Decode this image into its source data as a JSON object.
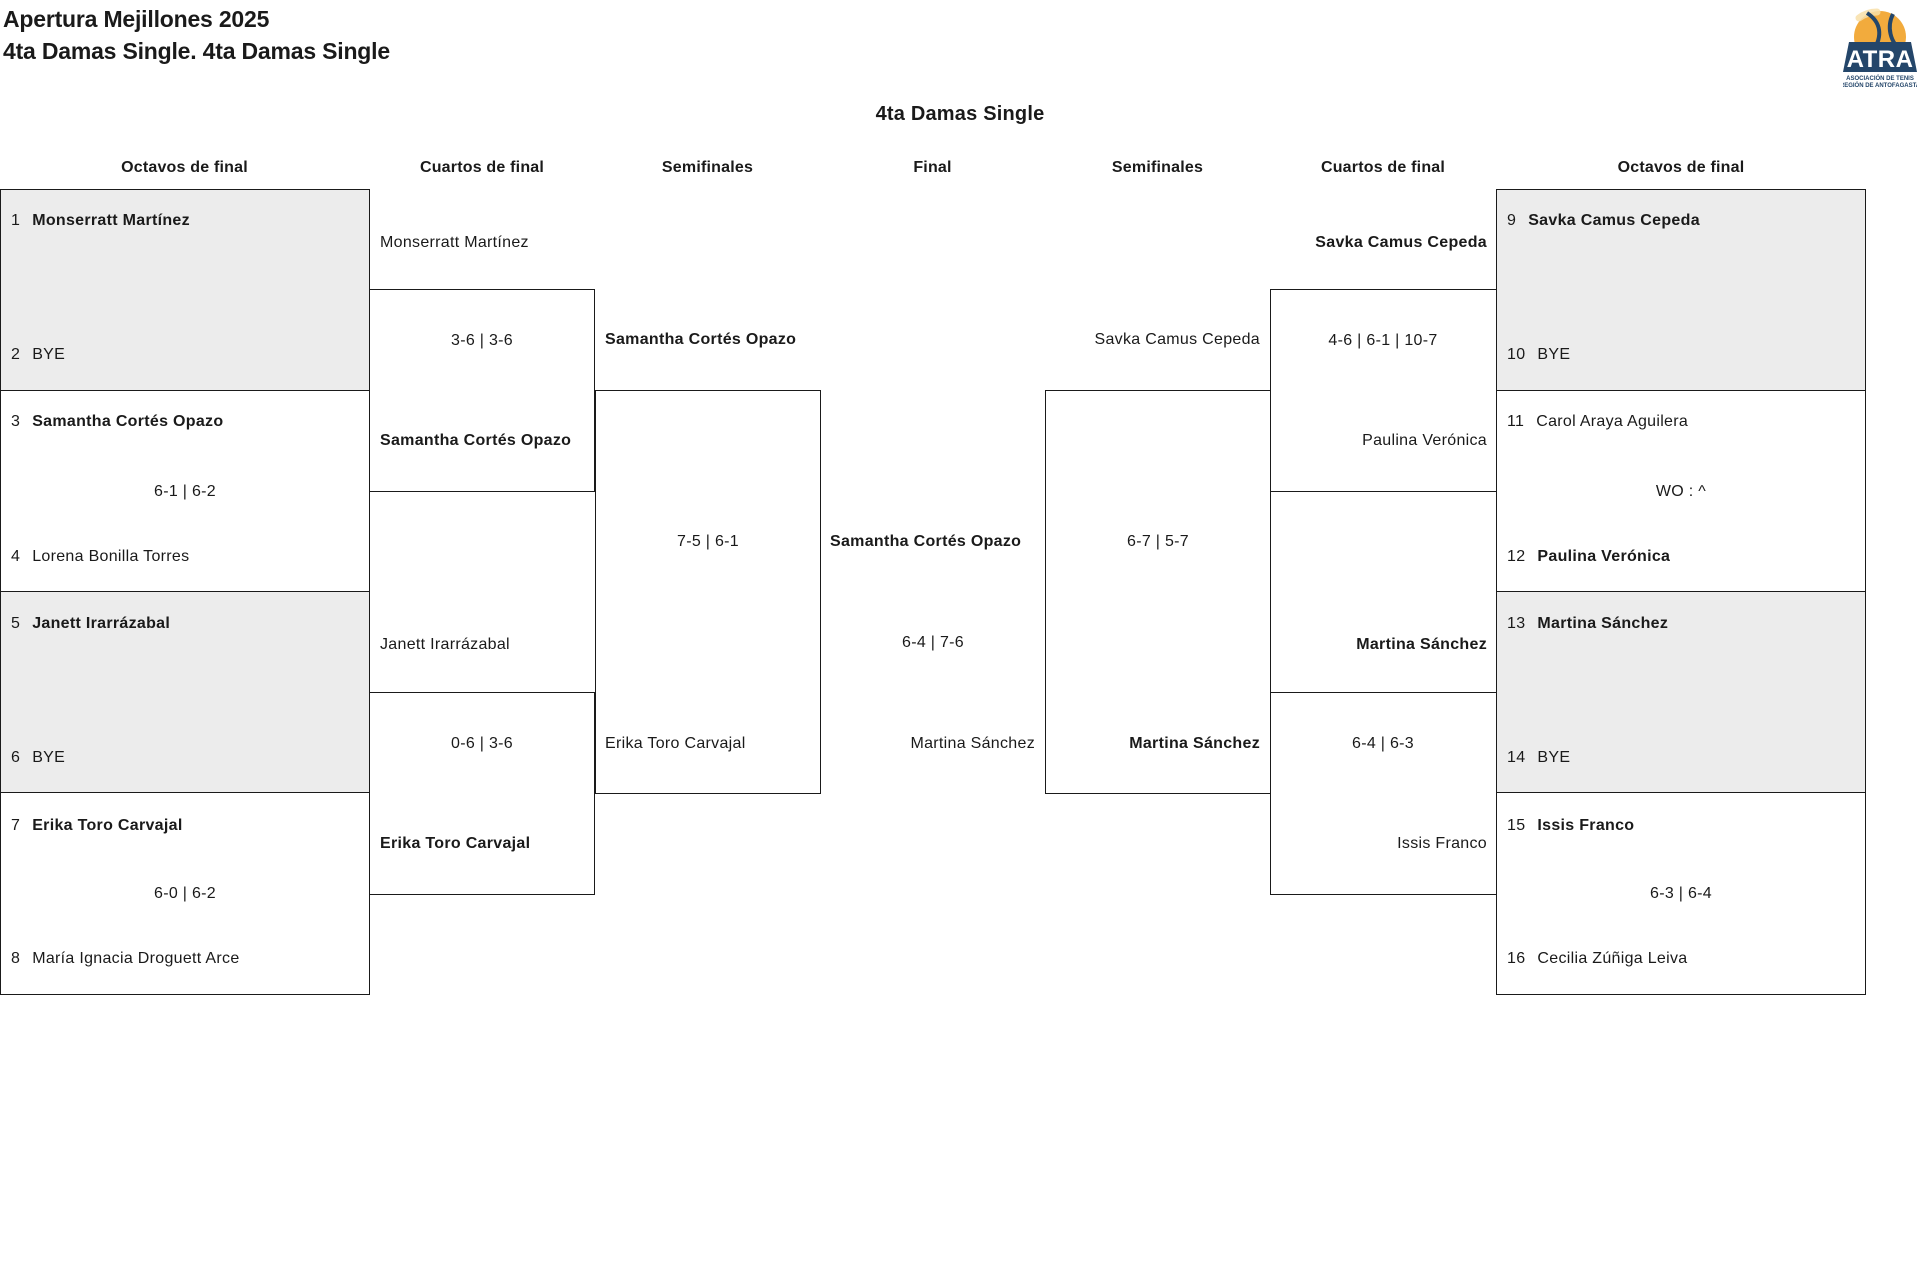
{
  "header": {
    "title": "Apertura Mejillones 2025",
    "subtitle": "4ta Damas Single. 4ta Damas Single"
  },
  "draw_title": "4ta Damas Single",
  "logo": {
    "acronym": "ATRA",
    "line1": "ASOCIACIÓN DE TENIS",
    "line2": "REGIÓN DE ANTOFAGASTA",
    "navy": "#24466a",
    "ball_color": "#f2ab3d",
    "ball_highlight": "#f8dfa8"
  },
  "colors": {
    "box_gray": "#ececec",
    "line": "#1a1a1a",
    "text": "#1a1a1a"
  },
  "bracket": {
    "rounds": [
      "Octavos de final",
      "Cuartos de final",
      "Semifinales",
      "Final",
      "Semifinales",
      "Cuartos de final",
      "Octavos de final"
    ],
    "octavos_left": [
      {
        "slot1": {
          "seed": "1",
          "name": "Monserratt Martínez",
          "winner": true
        },
        "slot2": {
          "seed": "2",
          "name": "BYE",
          "winner": false
        },
        "score": ""
      },
      {
        "slot1": {
          "seed": "3",
          "name": "Samantha Cortés Opazo",
          "winner": true
        },
        "slot2": {
          "seed": "4",
          "name": "Lorena Bonilla Torres",
          "winner": false
        },
        "score": "6-1 | 6-2"
      },
      {
        "slot1": {
          "seed": "5",
          "name": "Janett Irarrázabal",
          "winner": true
        },
        "slot2": {
          "seed": "6",
          "name": "BYE",
          "winner": false
        },
        "score": ""
      },
      {
        "slot1": {
          "seed": "7",
          "name": "Erika Toro Carvajal",
          "winner": true
        },
        "slot2": {
          "seed": "8",
          "name": "María Ignacia Droguett Arce",
          "winner": false
        },
        "score": "6-0 | 6-2"
      }
    ],
    "cuartos_left": [
      {
        "top": {
          "name": "Monserratt Martínez",
          "winner": false
        },
        "bottom": {
          "name": "Samantha Cortés Opazo",
          "winner": true
        },
        "score": "3-6 | 3-6"
      },
      {
        "top": {
          "name": "Janett Irarrázabal",
          "winner": false
        },
        "bottom": {
          "name": "Erika Toro Carvajal",
          "winner": true
        },
        "score": "0-6 | 3-6"
      }
    ],
    "semifinal_left": {
      "top": {
        "name": "Samantha Cortés Opazo",
        "winner": true
      },
      "bottom": {
        "name": "Erika Toro Carvajal",
        "winner": false
      },
      "score": "7-5 | 6-1"
    },
    "final": {
      "top": {
        "name": "Samantha Cortés Opazo",
        "winner": true
      },
      "bottom": {
        "name": "Martina Sánchez",
        "winner": false
      },
      "score": "6-4 | 7-6"
    },
    "semifinal_right": {
      "top": {
        "name": "Savka Camus Cepeda",
        "winner": false
      },
      "bottom": {
        "name": "Martina Sánchez",
        "winner": true
      },
      "score": "6-7 | 5-7"
    },
    "cuartos_right": [
      {
        "top": {
          "name": "Savka Camus Cepeda",
          "winner": true
        },
        "bottom": {
          "name": "Paulina Verónica",
          "winner": false
        },
        "score": "4-6 | 6-1 | 10-7"
      },
      {
        "top": {
          "name": "Martina Sánchez",
          "winner": true
        },
        "bottom": {
          "name": "Issis Franco",
          "winner": false
        },
        "score": "6-4 | 6-3"
      }
    ],
    "octavos_right": [
      {
        "slot1": {
          "seed": "9",
          "name": "Savka Camus Cepeda",
          "winner": true
        },
        "slot2": {
          "seed": "10",
          "name": "BYE",
          "winner": false
        },
        "score": ""
      },
      {
        "slot1": {
          "seed": "11",
          "name": "Carol Araya Aguilera",
          "winner": false
        },
        "slot2": {
          "seed": "12",
          "name": "Paulina Verónica",
          "winner": true
        },
        "score": "WO : ^"
      },
      {
        "slot1": {
          "seed": "13",
          "name": "Martina Sánchez",
          "winner": true
        },
        "slot2": {
          "seed": "14",
          "name": "BYE",
          "winner": false
        },
        "score": ""
      },
      {
        "slot1": {
          "seed": "15",
          "name": "Issis Franco",
          "winner": true
        },
        "slot2": {
          "seed": "16",
          "name": "Cecilia Zúñiga Leiva",
          "winner": false
        },
        "score": "6-3 | 6-4"
      }
    ]
  }
}
